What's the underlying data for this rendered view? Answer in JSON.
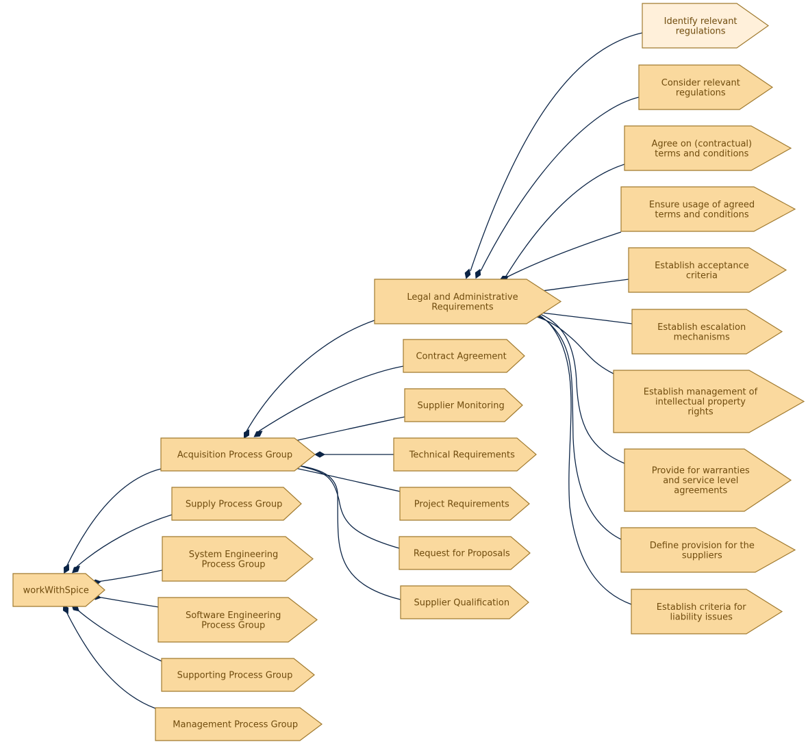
{
  "nodes": {
    "root": {
      "label": [
        "workWithSpice"
      ]
    },
    "acq": {
      "label": [
        "Acquisition Process Group"
      ]
    },
    "supply": {
      "label": [
        "Supply Process Group"
      ]
    },
    "syseng": {
      "label": [
        "System Engineering",
        "Process Group"
      ]
    },
    "sweng": {
      "label": [
        "Software Engineering",
        "Process Group"
      ]
    },
    "support": {
      "label": [
        "Supporting Process Group"
      ]
    },
    "mgmt": {
      "label": [
        "Management Process Group"
      ]
    },
    "legal": {
      "label": [
        "Legal and Administrative",
        "Requirements"
      ]
    },
    "contract": {
      "label": [
        "Contract Agreement"
      ]
    },
    "supmon": {
      "label": [
        "Supplier Monitoring"
      ]
    },
    "techreq": {
      "label": [
        "Technical Requirements"
      ]
    },
    "projreq": {
      "label": [
        "Project Requirements"
      ]
    },
    "rfp": {
      "label": [
        "Request for Proposals"
      ]
    },
    "supqual": {
      "label": [
        "Supplier Qualification"
      ]
    },
    "identify": {
      "label": [
        "Identify relevant",
        "regulations"
      ]
    },
    "consider": {
      "label": [
        "Consider relevant",
        "regulations"
      ]
    },
    "agree": {
      "label": [
        "Agree on (contractual)",
        "terms and conditions"
      ]
    },
    "ensure": {
      "label": [
        "Ensure usage of agreed",
        "terms and conditions"
      ]
    },
    "accept": {
      "label": [
        "Establish acceptance",
        "criteria"
      ]
    },
    "escal": {
      "label": [
        "Establish escalation",
        "mechanisms"
      ]
    },
    "ip": {
      "label": [
        "Establish management of",
        "intellectual property",
        "rights"
      ]
    },
    "warranty": {
      "label": [
        "Provide for warranties",
        "and service level",
        "agreements"
      ]
    },
    "provision": {
      "label": [
        "Define provision for the",
        "suppliers"
      ]
    },
    "liability": {
      "label": [
        "Establish criteria for",
        "liability issues"
      ]
    }
  }
}
